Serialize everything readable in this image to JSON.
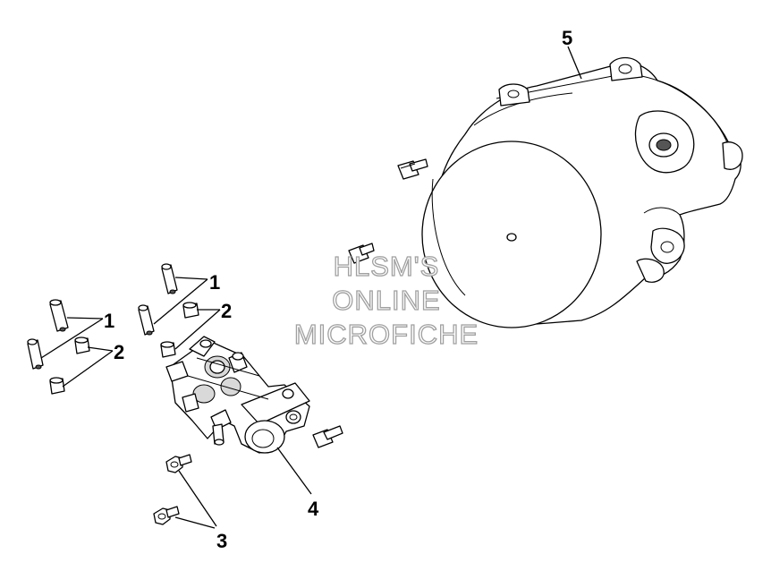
{
  "callouts": {
    "c1_upper": "1",
    "c2_upper": "2",
    "c1_lower": "1",
    "c2_lower": "2",
    "c3": "3",
    "c4": "4",
    "c5": "5"
  },
  "watermark": {
    "line1": "HLSM'S",
    "line2": "ONLINE",
    "line3": "MICROFICHE"
  },
  "colors": {
    "background": "#ffffff",
    "linework": "#000000",
    "watermark_outline": "#a0a0a0"
  }
}
